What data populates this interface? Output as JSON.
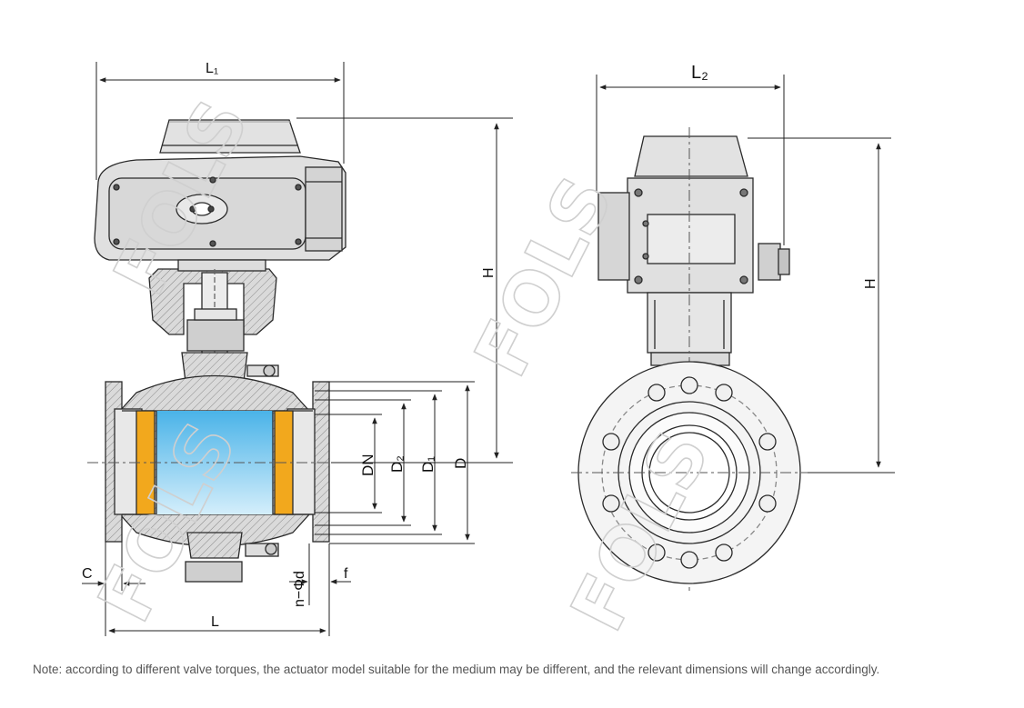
{
  "labels": {
    "l1": "L₁",
    "l2": "L₂",
    "h_left": "H",
    "h_right": "H",
    "dn": "DN",
    "d2": "D₂",
    "d1": "D₁",
    "d": "D",
    "c": "C",
    "n_phi_d": "n−Φd",
    "f": "f",
    "l": "L"
  },
  "watermark": {
    "text": "FOLS",
    "icon": "fols-watermark-icon"
  },
  "note": "Note: according to different valve torques, the actuator model suitable for the medium may be different, and the relevant dimensions will change accordingly.",
  "colors": {
    "body_fill": "#dcdcdc",
    "actuator_fill": "#e0e0e0",
    "ball_bore_top": "#4ab3e8",
    "ball_bore_bottom": "#d4eefb",
    "seat": "#f2a81d",
    "line": "#2a2a2a",
    "note": "#555555"
  }
}
